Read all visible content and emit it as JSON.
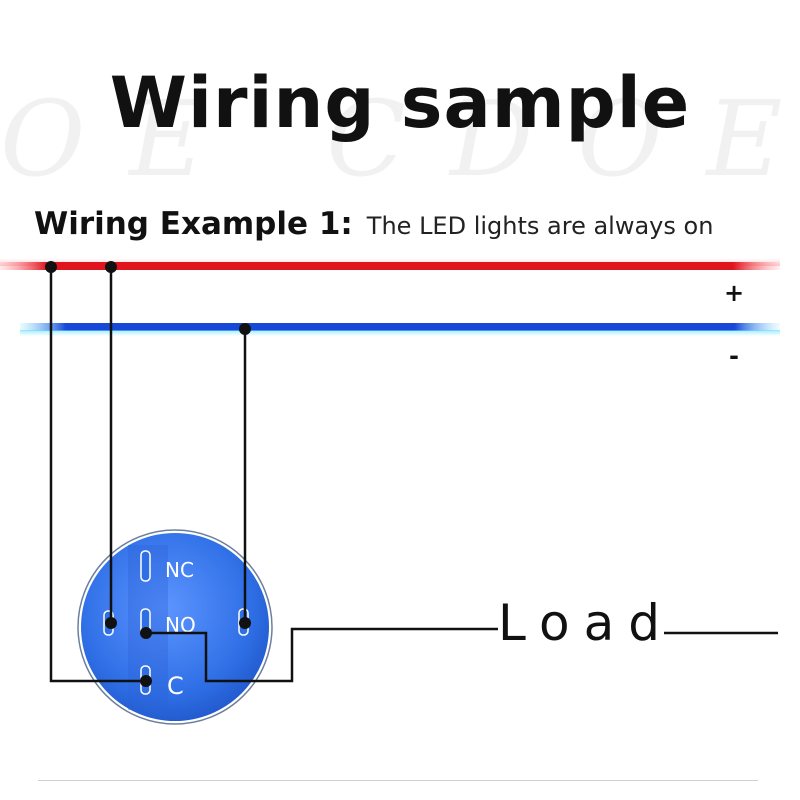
{
  "watermark": "OE CDOE CD",
  "title": "Wiring sample",
  "example": {
    "label": "Wiring Example 1",
    "colon": ":",
    "description": "The LED lights are always on"
  },
  "rails": {
    "positive": {
      "symbol": "+",
      "color": "#e0141e"
    },
    "negative": {
      "symbol": "-",
      "color": "#1848d8"
    }
  },
  "switch": {
    "terminals": {
      "nc": "NC",
      "no": "NO",
      "c": "C"
    },
    "color": "#2f6fe6"
  },
  "load_label": "Load"
}
